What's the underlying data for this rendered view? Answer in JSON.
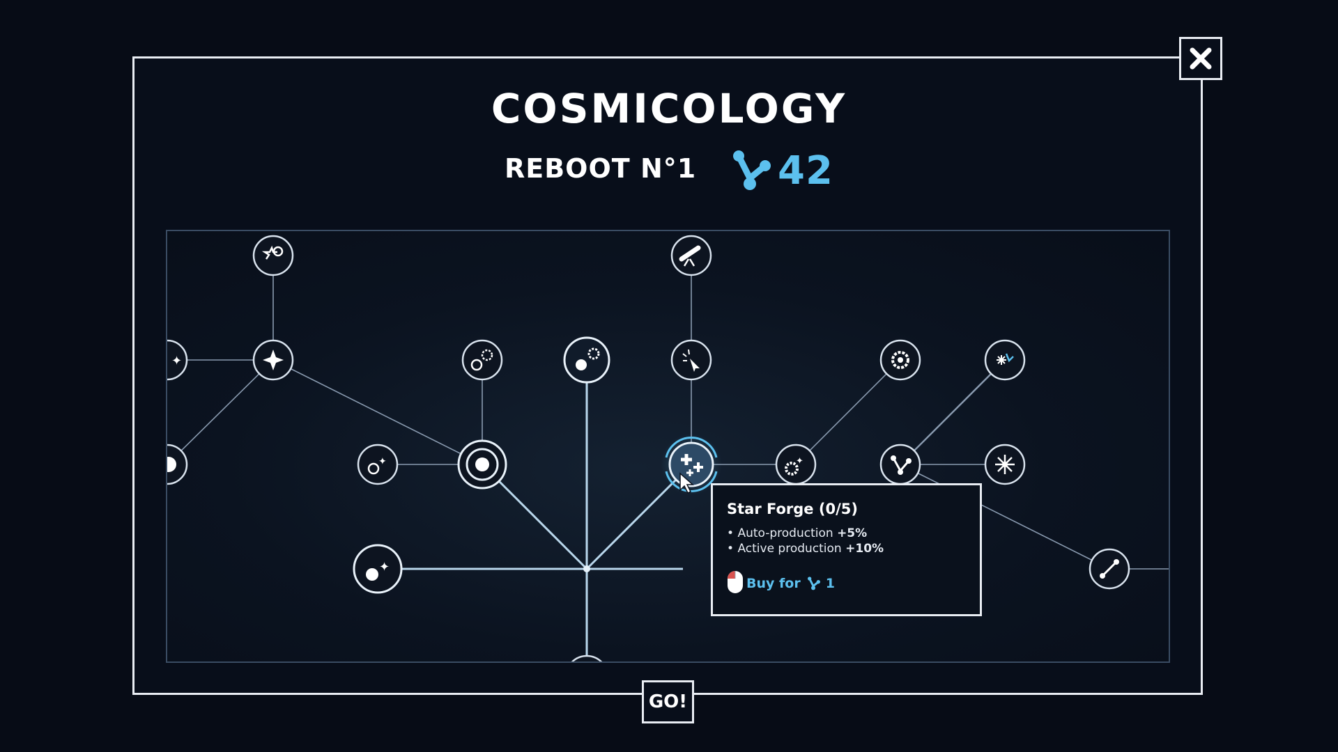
{
  "title": "COSMICOLOGY",
  "reboot_label": "REBOOT N°1",
  "points": "42",
  "go_label": "GO!",
  "tooltip": {
    "title": "Star Forge (0/5)",
    "lines": [
      {
        "bullet": "•",
        "text": "Auto-production",
        "value": "+5%"
      },
      {
        "bullet": "•",
        "text": "Active production",
        "value": "+10%"
      }
    ],
    "buy_label": "Buy for",
    "buy_cost": "1"
  },
  "colors": {
    "background": "#070c16",
    "accent": "#5cc0ee",
    "frame": "#e9edf3",
    "node_border": "#d9e3ee",
    "link_active": "#b9d7ec",
    "link_inactive": "#8a9bb0"
  },
  "icons": {
    "close": "close-x-icon",
    "currency": "branch-node-icon",
    "mouse": "mouse-left-click-icon"
  },
  "nodes": [
    {
      "id": "n1",
      "icon": "star-gear-icon",
      "state": "locked"
    },
    {
      "id": "n2",
      "icon": "telescope-icon",
      "state": "locked"
    },
    {
      "id": "n3",
      "icon": "stars-partial-icon",
      "state": "locked"
    },
    {
      "id": "n4",
      "icon": "four-point-star-icon",
      "state": "locked"
    },
    {
      "id": "n5",
      "icon": "orb-gear-icon",
      "state": "locked"
    },
    {
      "id": "n6",
      "icon": "orb-gear-icon",
      "state": "active"
    },
    {
      "id": "n7",
      "icon": "cursor-click-icon",
      "state": "locked"
    },
    {
      "id": "n8",
      "icon": "gear-cycle-icon",
      "state": "locked"
    },
    {
      "id": "n9",
      "icon": "snowflake-branch-icon",
      "state": "locked"
    },
    {
      "id": "n10",
      "icon": "gear-partial-icon",
      "state": "locked"
    },
    {
      "id": "n11",
      "icon": "orb-stars-icon",
      "state": "locked"
    },
    {
      "id": "n12",
      "icon": "target-icon",
      "state": "owned"
    },
    {
      "id": "n13",
      "icon": "star-forge-icon",
      "state": "selected"
    },
    {
      "id": "n14",
      "icon": "gear-stars-icon",
      "state": "locked"
    },
    {
      "id": "n15",
      "icon": "branch-node-icon",
      "state": "locked"
    },
    {
      "id": "n16",
      "icon": "snowflake-icon",
      "state": "locked"
    },
    {
      "id": "n17",
      "icon": "orb-stars-icon",
      "state": "owned"
    },
    {
      "id": "n18",
      "icon": "link-icon",
      "state": "locked"
    },
    {
      "id": "n19",
      "icon": "percent-gear-icon",
      "state": "hidden"
    },
    {
      "id": "n20",
      "icon": "partial-node-icon",
      "state": "locked"
    }
  ]
}
